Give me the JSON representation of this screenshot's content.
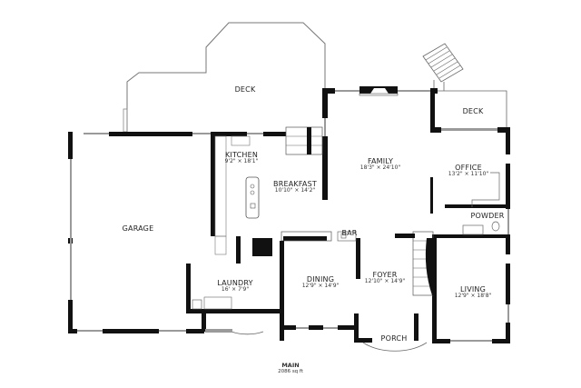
{
  "floor": {
    "name": "MAIN",
    "area": "2086 sq ft"
  },
  "colors": {
    "wall": "#111111",
    "window": "#9a9a9a",
    "line": "#555555",
    "background": "#ffffff"
  },
  "rooms": {
    "deck_main": {
      "name": "DECK"
    },
    "deck_side": {
      "name": "DECK"
    },
    "garage": {
      "name": "GARAGE"
    },
    "kitchen": {
      "name": "KITCHEN",
      "dim": "9'2\" × 18'1\""
    },
    "breakfast": {
      "name": "BREAKFAST",
      "dim": "10'10\" × 14'2\""
    },
    "family": {
      "name": "FAMILY",
      "dim": "18'3\" × 24'10\""
    },
    "office": {
      "name": "OFFICE",
      "dim": "13'2\" × 11'10\""
    },
    "powder": {
      "name": "POWDER"
    },
    "bar": {
      "name": "BAR"
    },
    "laundry": {
      "name": "LAUNDRY",
      "dim": "16' × 7'9\""
    },
    "dining": {
      "name": "DINING",
      "dim": "12'9\" × 14'9\""
    },
    "foyer": {
      "name": "FOYER",
      "dim": "12'10\" × 14'9\""
    },
    "living": {
      "name": "LIVING",
      "dim": "12'9\" × 18'8\""
    },
    "porch": {
      "name": "PORCH"
    }
  }
}
